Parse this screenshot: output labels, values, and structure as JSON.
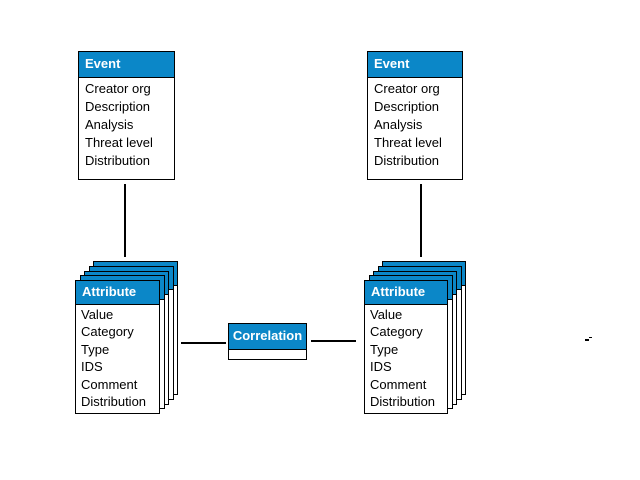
{
  "diagram": {
    "colors": {
      "header_blue": "#0b87c8",
      "border_black": "#000000",
      "canvas_white": "#ffffff",
      "header_text_white": "#ffffff"
    },
    "event_left": {
      "title": "Event",
      "fields": [
        "Creator org",
        "Description",
        "Analysis",
        "Threat level",
        "Distribution"
      ]
    },
    "event_right": {
      "title": "Event",
      "fields": [
        "Creator org",
        "Description",
        "Analysis",
        "Threat level",
        "Distribution"
      ]
    },
    "attribute_left": {
      "title": "Attribute",
      "fields": [
        "Value",
        "Category",
        "Type",
        "IDS",
        "Comment",
        "Distribution"
      ]
    },
    "attribute_right": {
      "title": "Attribute",
      "fields": [
        "Value",
        "Category",
        "Type",
        "IDS",
        "Comment",
        "Distribution"
      ]
    },
    "correlation": {
      "title": "Correlation"
    }
  }
}
